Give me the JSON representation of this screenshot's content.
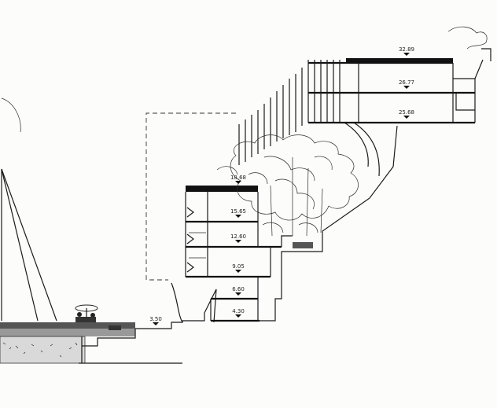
{
  "levels": {
    "l1": "32.89",
    "l2": "26.77",
    "l3": "25.68",
    "l4": "18.68",
    "l5": "15.65",
    "l6": "12.60",
    "l7": "9.05",
    "l8": "6.60",
    "l9": "4.30",
    "l10": "3.50"
  },
  "colors": {
    "ink": "#1a1a1a",
    "paper": "#fcfcfb"
  }
}
